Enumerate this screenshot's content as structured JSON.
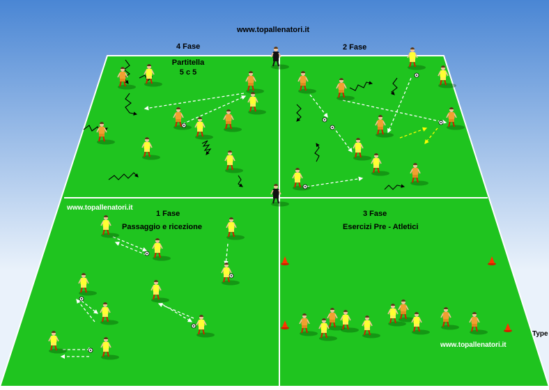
{
  "site_url": "www.topallenatori.it",
  "phases": {
    "phase1": {
      "title": "1  Fase",
      "subtitle": "Passaggio e ricezione"
    },
    "phase2": {
      "title": "2 Fase"
    },
    "phase3": {
      "title": "3  Fase",
      "subtitle": "Esercizi Pre - Atletici"
    },
    "phase4": {
      "title": "4 Fase",
      "subtitle_line1": "Partitella",
      "subtitle_line2": "5 c 5"
    }
  },
  "edge_text": "Type",
  "colors": {
    "sky_top": "#4a86d4",
    "sky_bottom": "#eaf2fb",
    "field": "#1fc41f",
    "line": "#ffffff",
    "team_a": "#ffff33",
    "team_b": "#f0a030",
    "cone": "#ff3300",
    "referee": "#111111"
  }
}
